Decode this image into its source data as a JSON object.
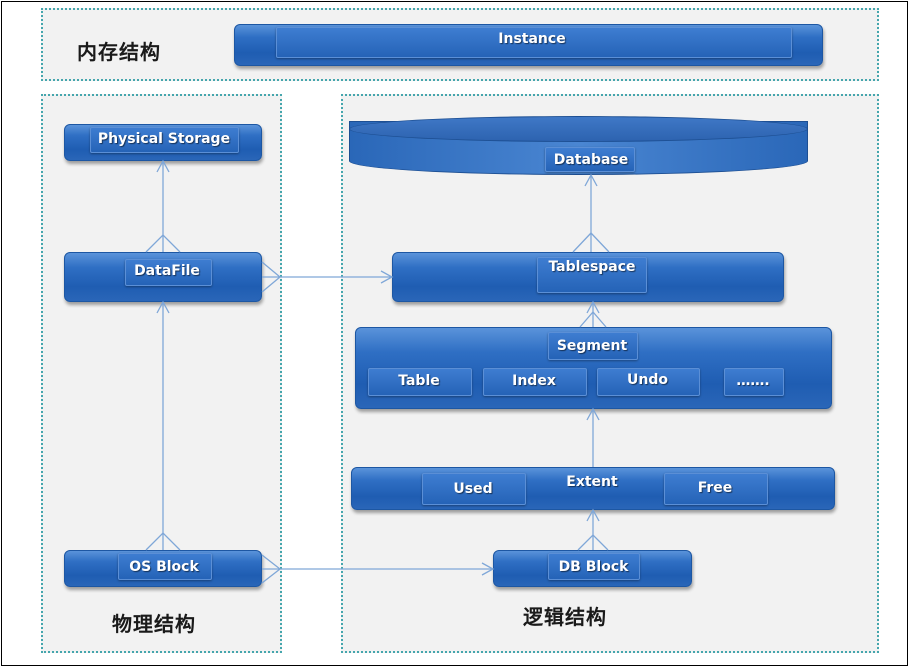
{
  "regions": {
    "memory": {
      "label": "内存结构"
    },
    "physical": {
      "label": "物理结构"
    },
    "logical": {
      "label": "逻辑结构"
    }
  },
  "nodes": {
    "instance": "Instance",
    "physical_storage": "Physical Storage",
    "datafile": "DataFile",
    "os_block": "OS Block",
    "database": "Database",
    "tablespace": "Tablespace",
    "segment": "Segment",
    "segment_types": [
      "Table",
      "Index",
      "Undo",
      "……."
    ],
    "extent": "Extent",
    "extent_parts": [
      "Used",
      "Free"
    ],
    "db_block": "DB Block"
  },
  "colors": {
    "box_blue": "#2a66b8",
    "region_border": "#45a6ad",
    "arrow": "#7fa7d8"
  }
}
